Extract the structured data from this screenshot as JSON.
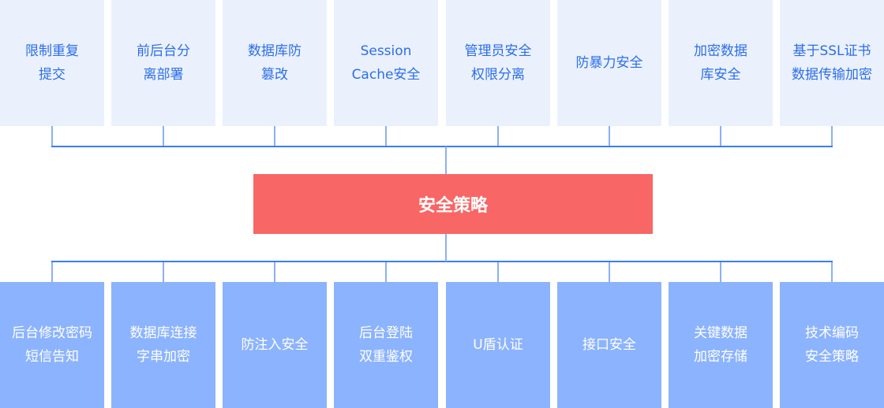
{
  "center": {
    "label": "安全策略",
    "color": "#f96666"
  },
  "top_items": [
    "限制重复\n提交",
    "前后台分\n离部署",
    "数据库防\n篡改",
    "Session\nCache安全",
    "管理员安全\n权限分离",
    "防暴力安全",
    "加密数据\n库安全",
    "基于SSL证书\n数据传输加密"
  ],
  "bottom_items": [
    "后台修改密码\n短信告知",
    "数据库连接\n字串加密",
    "防注入安全",
    "后台登陆\n双重鉴权",
    "U盾认证",
    "接口安全",
    "关键数据\n加密存储",
    "技术编码\n安全策略"
  ]
}
